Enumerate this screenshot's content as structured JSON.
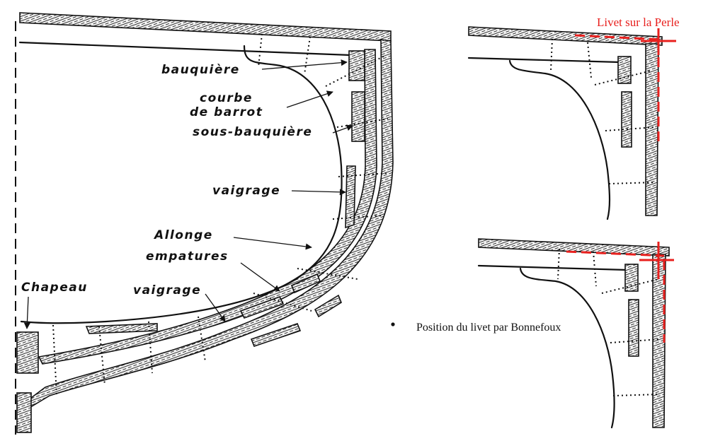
{
  "main_diagram": {
    "labels": {
      "bauquiere": "bauquière",
      "courbe_line1": "courbe",
      "courbe_line2": "de barrot",
      "sous_bauquiere": "sous-bauquière",
      "vaigrage_upper": "vaigrage",
      "allonge": "Allonge",
      "empatures": "empatures",
      "chapeau": "Chapeau",
      "vaigrage_lower": "vaigrage"
    }
  },
  "detail_top": {
    "caption": "Livet sur la Perle"
  },
  "detail_bottom": {
    "caption": "Position du livet par Bonnefoux"
  },
  "colors": {
    "ink": "#111111",
    "annotation_red": "#e8201e",
    "background": "#ffffff"
  }
}
